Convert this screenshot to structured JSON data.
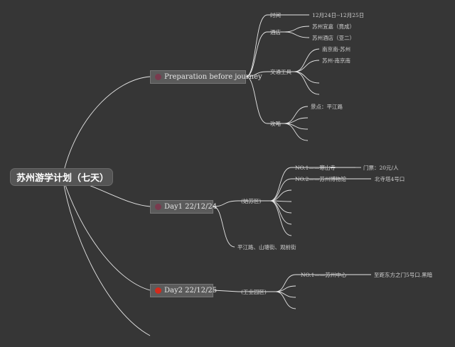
{
  "root": {
    "label": "苏州游学计划（七天）"
  },
  "branches": [
    {
      "label": "Preparation before journey",
      "icon_color": "#7a3a4e",
      "children": [
        {
          "label": "时间",
          "children": [
            {
              "label": "12月24日--12月25日"
            }
          ]
        },
        {
          "label": "酒店",
          "children": [
            {
              "label": "苏州宜嘉（竟成）"
            },
            {
              "label": "苏州酒店（亚二）"
            }
          ]
        },
        {
          "label": "交通工具",
          "children": [
            {
              "label": "南京南-苏州"
            },
            {
              "label": "苏州-南京南"
            }
          ]
        },
        {
          "label": "攻略",
          "children": [
            {
              "label": "景点：平江路"
            }
          ]
        }
      ]
    },
    {
      "label": "Day1 22/12/24",
      "icon_color": "#7a3a4e",
      "children": [
        {
          "label": "(姑苏区)",
          "children": [
            {
              "label": "NO.1——寒山寺",
              "detail": "门票：20元/人"
            },
            {
              "label": "NO.2——苏州博物馆",
              "detail": "北寺塔4号口"
            }
          ]
        },
        {
          "label": "平江路、山塘街、观前街"
        }
      ]
    },
    {
      "label": "Day2 22/12/25",
      "icon_color": "#d42a1c",
      "children": [
        {
          "label": "(工业园区)",
          "children": [
            {
              "label": "NO.1——苏州中心",
              "detail": "至距东方之门5号口.黑暗"
            }
          ]
        }
      ]
    }
  ],
  "colors": {
    "background": "#363636",
    "connector": "#e6e6e6",
    "text": "#cfcfcf"
  }
}
